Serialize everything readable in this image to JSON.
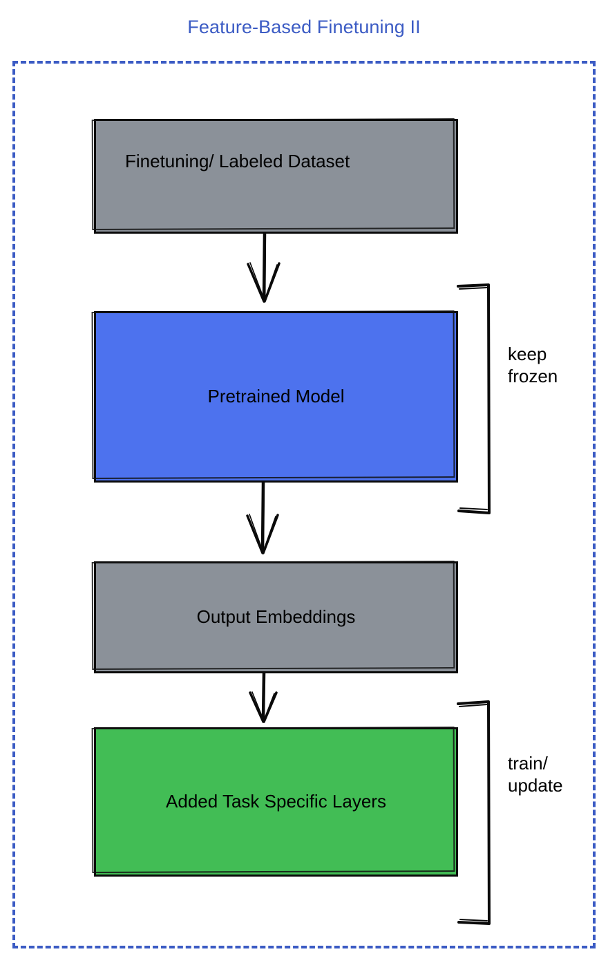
{
  "title": "Feature-Based Finetuning II",
  "colors": {
    "title": "#3b5bc4",
    "frame_border": "#3b5bc4",
    "gray_node": "#8b9199",
    "blue_node": "#4d72ee",
    "green_node": "#42bd55",
    "stroke": "#0a0a0a",
    "text": "#000000"
  },
  "nodes": [
    {
      "id": "dataset",
      "label": "Finetuning/ Labeled Dataset",
      "fill": "gray"
    },
    {
      "id": "pretrained",
      "label": "Pretrained Model",
      "fill": "blue"
    },
    {
      "id": "embeddings",
      "label": "Output Embeddings",
      "fill": "gray"
    },
    {
      "id": "tasklayers",
      "label": "Added Task Specific Layers",
      "fill": "green"
    }
  ],
  "connections": [
    {
      "from": "dataset",
      "to": "pretrained",
      "style": "arrow-down"
    },
    {
      "from": "pretrained",
      "to": "embeddings",
      "style": "arrow-down"
    },
    {
      "from": "embeddings",
      "to": "tasklayers",
      "style": "arrow-down"
    }
  ],
  "annotations": [
    {
      "id": "keep-frozen",
      "label": "keep\nfrozen",
      "targets": [
        "pretrained"
      ]
    },
    {
      "id": "train-update",
      "label": "train/\nupdate",
      "targets": [
        "tasklayers"
      ]
    }
  ]
}
